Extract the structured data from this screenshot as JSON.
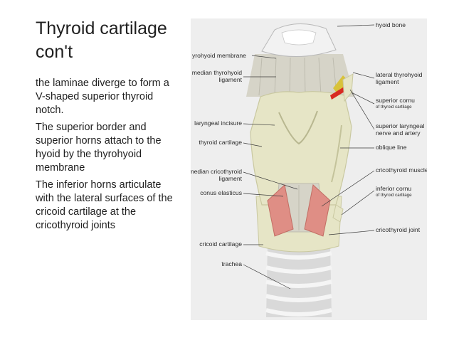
{
  "slide": {
    "title_line1": "Thyroid cartilage",
    "title_line2": "con't",
    "bullets": [
      "the laminae diverge to form a V-shaped superior thyroid notch.",
      "The superior border and superior horns attach to the hyoid by the thyrohyoid membrane",
      "The inferior horns articulate with the lateral surfaces of the cricoid cartilage at the cricothyroid joints"
    ]
  },
  "figure": {
    "labels_left": {
      "thyrohyoid_membrane": "yrohyoid membrane",
      "median_thyrohyoid_1": "median thyrohyoid",
      "median_thyrohyoid_2": "ligament",
      "laryngeal_incisure": "laryngeal incisure",
      "thyroid_cartilage": "thyroid cartilage",
      "median_cricothyroid_1": "median cricothyroid",
      "median_cricothyroid_2": "ligament",
      "conus_elasticus": "conus elasticus",
      "cricoid_cartilage": "cricoid cartilage",
      "trachea": "trachea"
    },
    "labels_right": {
      "hyoid_bone": "hyoid bone",
      "lateral_thyrohyoid_1": "lateral thyrohyoid",
      "lateral_thyrohyoid_2": "ligament",
      "superior_cornu": "superior cornu",
      "superior_cornu_sub": "of thyroid cartilage",
      "superior_laryngeal_1": "superior laryngeal",
      "superior_laryngeal_2": "nerve and artery",
      "oblique_line": "oblique line",
      "cricothyroid_muscle": "cricothyroid muscle",
      "inferior_cornu": "inferior cornu",
      "inferior_cornu_sub": "of thyroid cartilage",
      "cricothyroid_joint": "cricothyroid joint"
    },
    "colors": {
      "background": "#eeeeee",
      "cartilage": "#e6e5c6",
      "cartilage_shade": "#cfcea6",
      "membrane": "#d6d4c8",
      "hyoid": "#f2f2f2",
      "muscle": "#df8e85",
      "nerve": "#d8c23a",
      "artery": "#d82a22",
      "trachea": "#d9d9d9"
    }
  }
}
